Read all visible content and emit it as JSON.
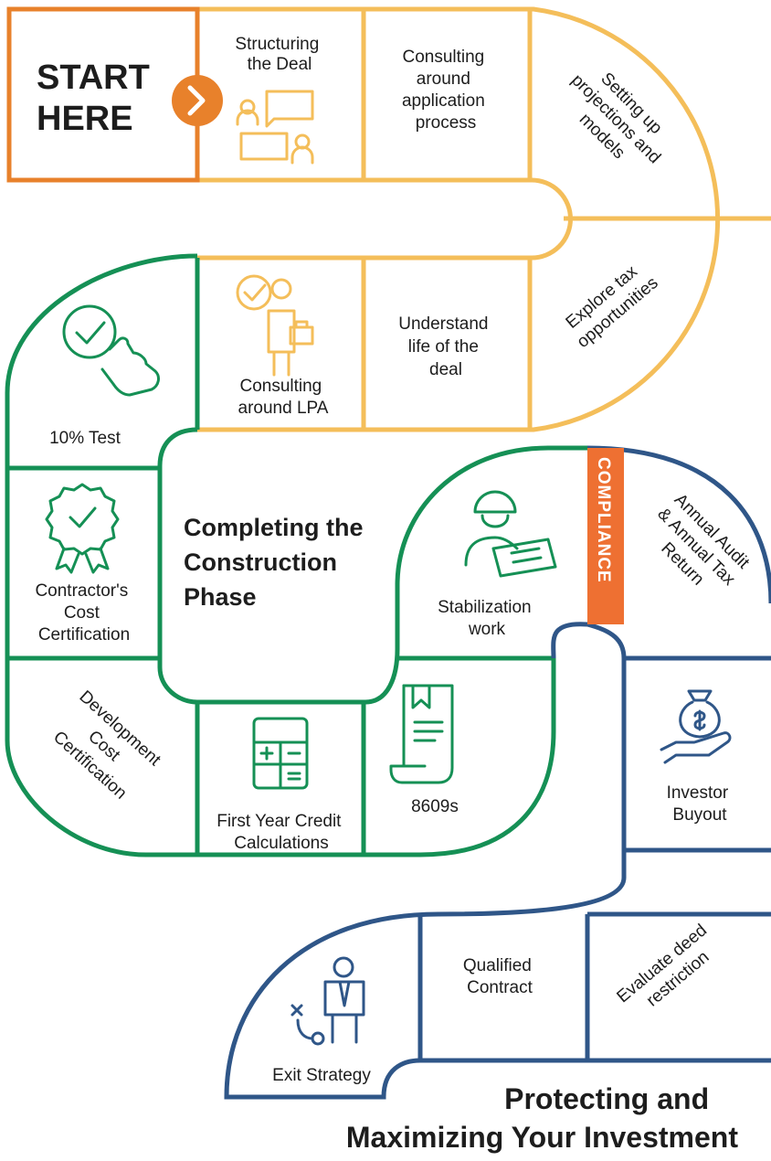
{
  "colors": {
    "orange": "#E8812B",
    "yellow": "#F4BE5A",
    "green": "#159055",
    "blue": "#2F5688",
    "compliance_bg": "#EE7032",
    "text": "#1d1d1d"
  },
  "start": {
    "line1": "START",
    "line2": "HERE"
  },
  "start_arrow_icon": "chevron-right-icon",
  "sections": {
    "construction": [
      "Completing the",
      "Construction",
      "Phase"
    ],
    "protecting": [
      "Protecting and",
      "Maximizing Your Investment"
    ]
  },
  "compliance_label": "COMPLIANCE",
  "steps": {
    "structuring": [
      "Structuring",
      "the Deal"
    ],
    "consulting_app": [
      "Consulting",
      "around",
      "application",
      "process"
    ],
    "projections": [
      "Setting up",
      "projections and",
      "models"
    ],
    "explore_tax": [
      "Explore tax",
      "opportunities"
    ],
    "life_of_deal": [
      "Understand",
      "life of the",
      "deal"
    ],
    "consulting_lpa": [
      "Consulting",
      "around LPA"
    ],
    "ten_percent": [
      "10% Test"
    ],
    "contractor": [
      "Contractor's",
      "Cost",
      "Certification"
    ],
    "development": [
      "Development",
      "Cost",
      "Certification"
    ],
    "first_year": [
      "First Year Credit",
      "Calculations"
    ],
    "forms_8609": [
      "8609s"
    ],
    "stabilization": [
      "Stabilization",
      "work"
    ],
    "annual_audit": [
      "Annual Audit",
      "& Annual Tax",
      "Return"
    ],
    "investor_buyout": [
      "Investor",
      "Buyout"
    ],
    "evaluate_deed": [
      "Evaluate deed",
      "restriction"
    ],
    "qualified_contract": [
      "Qualified",
      "Contract"
    ],
    "exit_strategy": [
      "Exit Strategy"
    ]
  },
  "icons": {
    "structuring": "meeting-chat-icon",
    "consulting_lpa": "consultant-briefcase-icon",
    "ten_percent": "checkmark-tap-icon",
    "contractor": "award-badge-icon",
    "first_year": "calculator-icon",
    "forms_8609": "document-scroll-icon",
    "stabilization": "worker-blueprint-icon",
    "investor_buyout": "money-bag-hand-icon",
    "exit_strategy": "strategy-person-icon"
  }
}
